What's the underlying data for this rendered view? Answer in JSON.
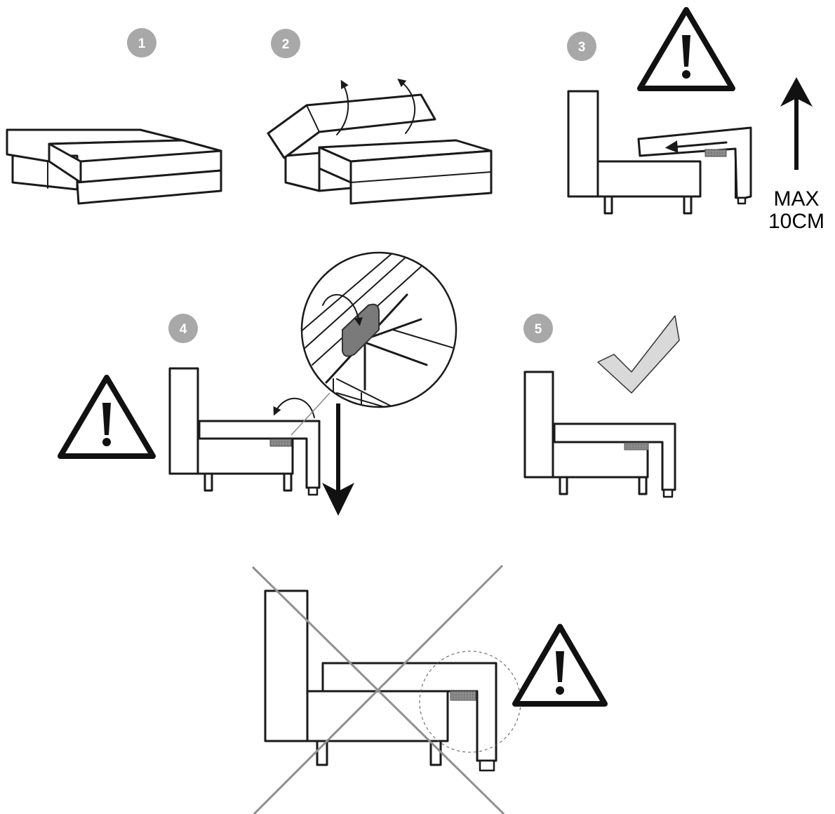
{
  "steps": [
    {
      "number": "1"
    },
    {
      "number": "2"
    },
    {
      "number": "3"
    },
    {
      "number": "4"
    },
    {
      "number": "5"
    }
  ],
  "step3": {
    "max_line1": "MAX",
    "max_line2": "10CM"
  },
  "colors": {
    "badge": "#a8a8a8",
    "line": "#1a1a1a",
    "bracket": "#8c8c8c",
    "checkmark": "#d9d9d9",
    "cross": "#909090"
  },
  "icons": [
    "warning-icon",
    "checkmark-icon",
    "arrow-icon",
    "cross-icon"
  ]
}
